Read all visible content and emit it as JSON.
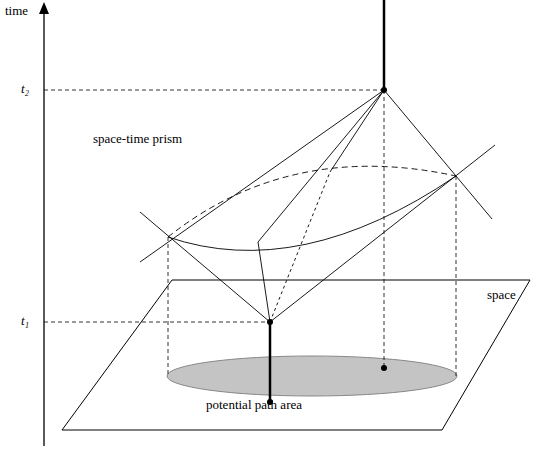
{
  "diagram": {
    "labels": [
      "time",
      "t₂",
      "t₁",
      "space-time prism",
      "space",
      "potential path area"
    ]
  }
}
